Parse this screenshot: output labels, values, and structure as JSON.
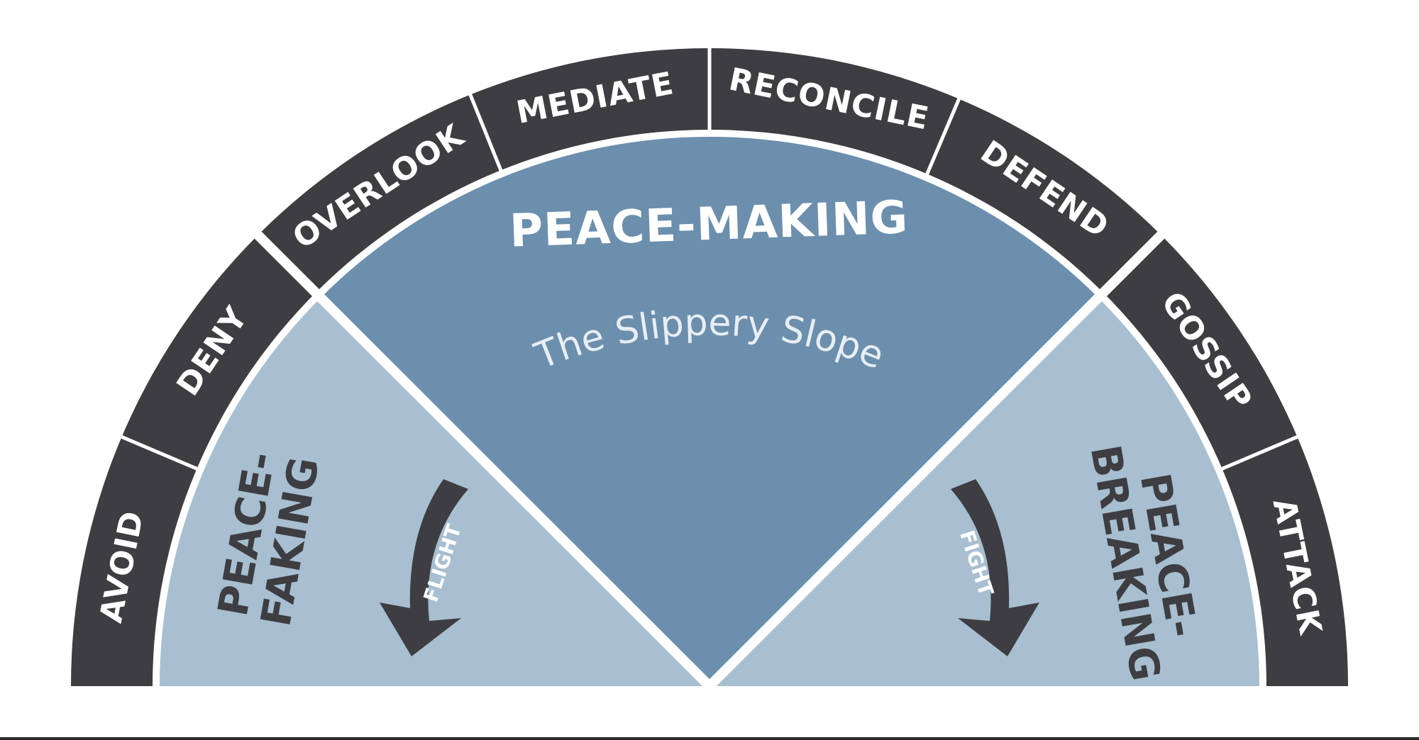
{
  "colors": {
    "ring": "#3d3d42",
    "light_zone": "#a7bfd0",
    "center_zone": "#6c8fad",
    "separator": "#ffffff",
    "dark_text": "#3d3d42"
  },
  "segments": {
    "avoid": "AVOID",
    "deny": "DENY",
    "overlook": "OVERLOOK",
    "mediate": "MEDIATE",
    "reconcile": "RECONCILE",
    "defend": "DEFEND",
    "gossip": "GOSSIP",
    "attack": "ATTACK"
  },
  "zones": {
    "left_line1": "PEACE-",
    "left_line2": "FAKING",
    "center": "PEACE-MAKING",
    "center_subtitle": "The Slippery Slope",
    "right_line1": "PEACE-",
    "right_line2": "BREAKING"
  },
  "arrows": {
    "left": "FLIGHT",
    "right": "FIGHT"
  }
}
